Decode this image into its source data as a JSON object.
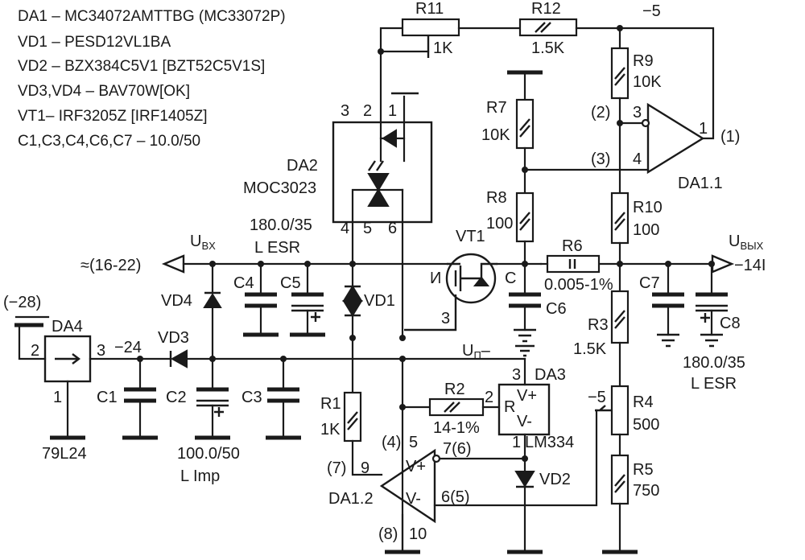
{
  "notes": [
    "DA1 – MC34072AMTTBG (MC33072P)",
    "VD1 – PESD12VL1BA",
    "VD2 – BZX384C5V1 [BZT52C5V1S]",
    "VD3,VD4 – BAV70W[OK]",
    "VT1– IRF3205Z [IRF1405Z]",
    "C1,C3,C4,C6,C7 – 10.0/50"
  ],
  "resistors": {
    "r11": {
      "name": "R11",
      "value": "1K"
    },
    "r12": {
      "name": "R12",
      "value": "1.5K"
    },
    "r9": {
      "name": "R9",
      "value": "10K"
    },
    "r7": {
      "name": "R7",
      "value": "10K"
    },
    "r8": {
      "name": "R8",
      "value": "100"
    },
    "r10": {
      "name": "R10",
      "value": "100"
    },
    "r6": {
      "name": "R6",
      "value": "0.005-1%"
    },
    "r3": {
      "name": "R3",
      "value": "1.5K"
    },
    "r4": {
      "name": "R4",
      "value": "500"
    },
    "r5": {
      "name": "R5",
      "value": "750"
    },
    "r2": {
      "name": "R2",
      "value": "14-1%"
    },
    "r1": {
      "name": "R1",
      "value": "1K"
    }
  },
  "capacitors": {
    "c1": "C1",
    "c2": "C2",
    "c3": "C3",
    "c4": "C4",
    "c5": "C5",
    "c6": "C6",
    "c7": "C7",
    "c8": "C8",
    "c2_value": "100.0/50",
    "c2_type": "L Imp",
    "c5_value": "180.0/35",
    "c5_type": "L ESR",
    "c8_value": "180.0/35",
    "c8_type": "L ESR"
  },
  "ics": {
    "da2": "DA2",
    "da2_part": "MOC3023",
    "da4": "DA4",
    "da4_part": "79L24",
    "da3": "DA3",
    "da3_part": "LM334",
    "da1_1": "DA1.1",
    "da1_2": "DA1.2"
  },
  "semis": {
    "vd1": "VD1",
    "vd2": "VD2",
    "vd3": "VD3",
    "vd4": "VD4",
    "vt1": "VT1",
    "drain": "C",
    "source": "И",
    "gate_pin": "3"
  },
  "nets": {
    "minus5_top": "−5",
    "minus5_r4": "−5",
    "minus28": "(−28)",
    "minus24": "−24",
    "ubx_main": "U",
    "ubx_sub": "BX",
    "uout_main": "U",
    "uout_sub": "ВЫХ",
    "up_main": "U",
    "up_sub": "П",
    "up_suffix": "–",
    "input_label": "≈(16-22)",
    "output_label": "−14I"
  },
  "pins": {
    "da2_3": "3",
    "da2_2": "2",
    "da2_1": "1",
    "da2_4": "4",
    "da2_5": "5",
    "da2_6": "6",
    "da11_3": "3",
    "da11_4": "4",
    "da11_1": "1",
    "da11_n2": "(2)",
    "da11_n3": "(3)",
    "da11_n1": "(1)",
    "da4_2": "2",
    "da4_3": "3",
    "da4_1": "1",
    "da3_3": "3",
    "da3_2": "2",
    "da3_1": "1",
    "da3_vp": "V+",
    "da3_r": "R",
    "da3_vm": "V-",
    "da12_n4": "(4)",
    "da12_5": "5",
    "da12_n7a": "7(6)",
    "da12_n7b": "(7)",
    "da12_9": "9",
    "da12_n6": "6(5)",
    "da12_n8": "(8)",
    "da12_10": "10",
    "da12_vp": "V+",
    "da12_vm": "V-"
  }
}
